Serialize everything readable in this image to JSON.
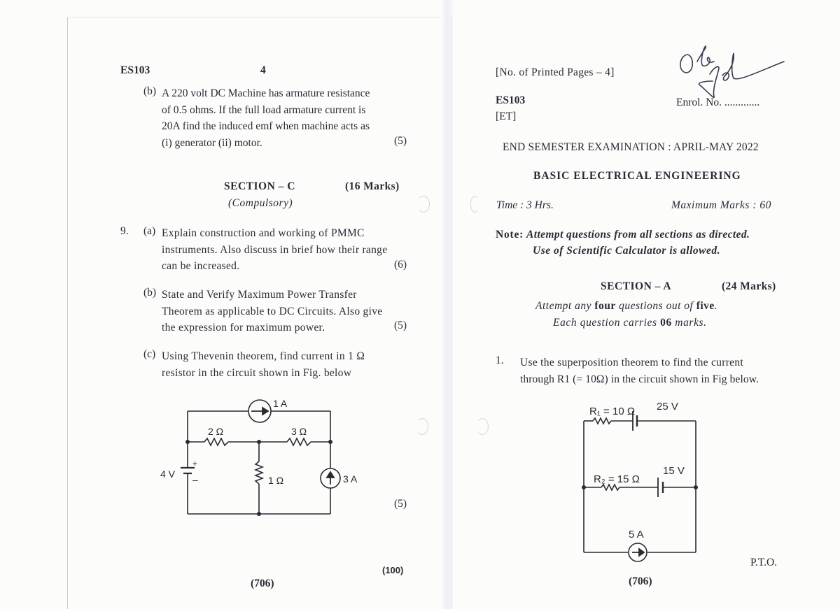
{
  "left_page": {
    "header": {
      "code": "ES103",
      "page_number": "4"
    },
    "q8b": {
      "label": "(b)",
      "text": "A 220 volt DC Machine has armature resistance of 0.5 ohms. If the full load armature current is 20A find the induced emf when machine acts as (i) generator (ii) motor.",
      "lines": [
        "A 220 volt DC Machine has armature resistance",
        "of 0.5 ohms. If the full load armature current is",
        "20A find the induced emf when machine acts as",
        "(i) generator (ii) motor."
      ],
      "marks": "(5)"
    },
    "section_c": {
      "title": "SECTION – C",
      "marks": "(16 Marks)",
      "subtitle": "(Compulsory)"
    },
    "q9": {
      "number": "9.",
      "a": {
        "label": "(a)",
        "lines": [
          "Explain construction and working of PMMC",
          "instruments. Also discuss in brief how their range",
          "can be increased."
        ],
        "marks": "(6)"
      },
      "b": {
        "label": "(b)",
        "lines": [
          "State and Verify Maximum Power Transfer",
          "Theorem as applicable to DC Circuits. Also give",
          "the expression for maximum power."
        ],
        "marks": "(5)"
      },
      "c": {
        "label": "(c)",
        "lines": [
          "Using Thevenin theorem, find current in 1 Ω",
          "resistor in the circuit shown in Fig. below"
        ],
        "marks": "(5)"
      }
    },
    "circuit": {
      "current_source_top": "1 A",
      "r_left": "2 Ω",
      "r_right": "3 Ω",
      "r_middle": "1 Ω",
      "voltage_source": "4 V",
      "plus": "+",
      "minus": "–",
      "current_source_right": "3 A"
    },
    "footer": {
      "code": "(706)",
      "total": "(100)"
    }
  },
  "right_page": {
    "printed_pages": "[No. of Printed Pages – 4]",
    "code": "ES103",
    "branch": "[ET]",
    "enrol_label": "Enrol. No. .............",
    "handwriting": "signature",
    "exam_title": "END SEMESTER EXAMINATION : APRIL-MAY 2022",
    "subject": "BASIC ELECTRICAL ENGINEERING",
    "time": "Time : 3 Hrs.",
    "max_marks": "Maximum Marks : 60",
    "note_label": "Note:",
    "note_line1": "Attempt questions from all sections as directed.",
    "note_line2": "Use of Scientific Calculator is allowed.",
    "section_a": {
      "title": "SECTION – A",
      "marks": "(24 Marks)",
      "instr1_pre": "Attempt any ",
      "instr1_b1": "four",
      "instr1_mid": " questions out of ",
      "instr1_b2": "five",
      "instr1_end": ".",
      "instr2_pre": "Each question carries ",
      "instr2_b": "06",
      "instr2_end": " marks."
    },
    "q1": {
      "number": "1.",
      "lines": [
        "Use the superposition theorem to find the current",
        "through R1 (= 10Ω) in the circuit shown in Fig below."
      ]
    },
    "circuit": {
      "r1_label": "R₁ = 10 Ω",
      "v1_label": "25 V",
      "r2_label": "R₂ = 15 Ω",
      "v2_label": "15 V",
      "current_label": "5 A"
    },
    "pto": "P.T.O.",
    "footer": {
      "code": "(706)"
    }
  }
}
